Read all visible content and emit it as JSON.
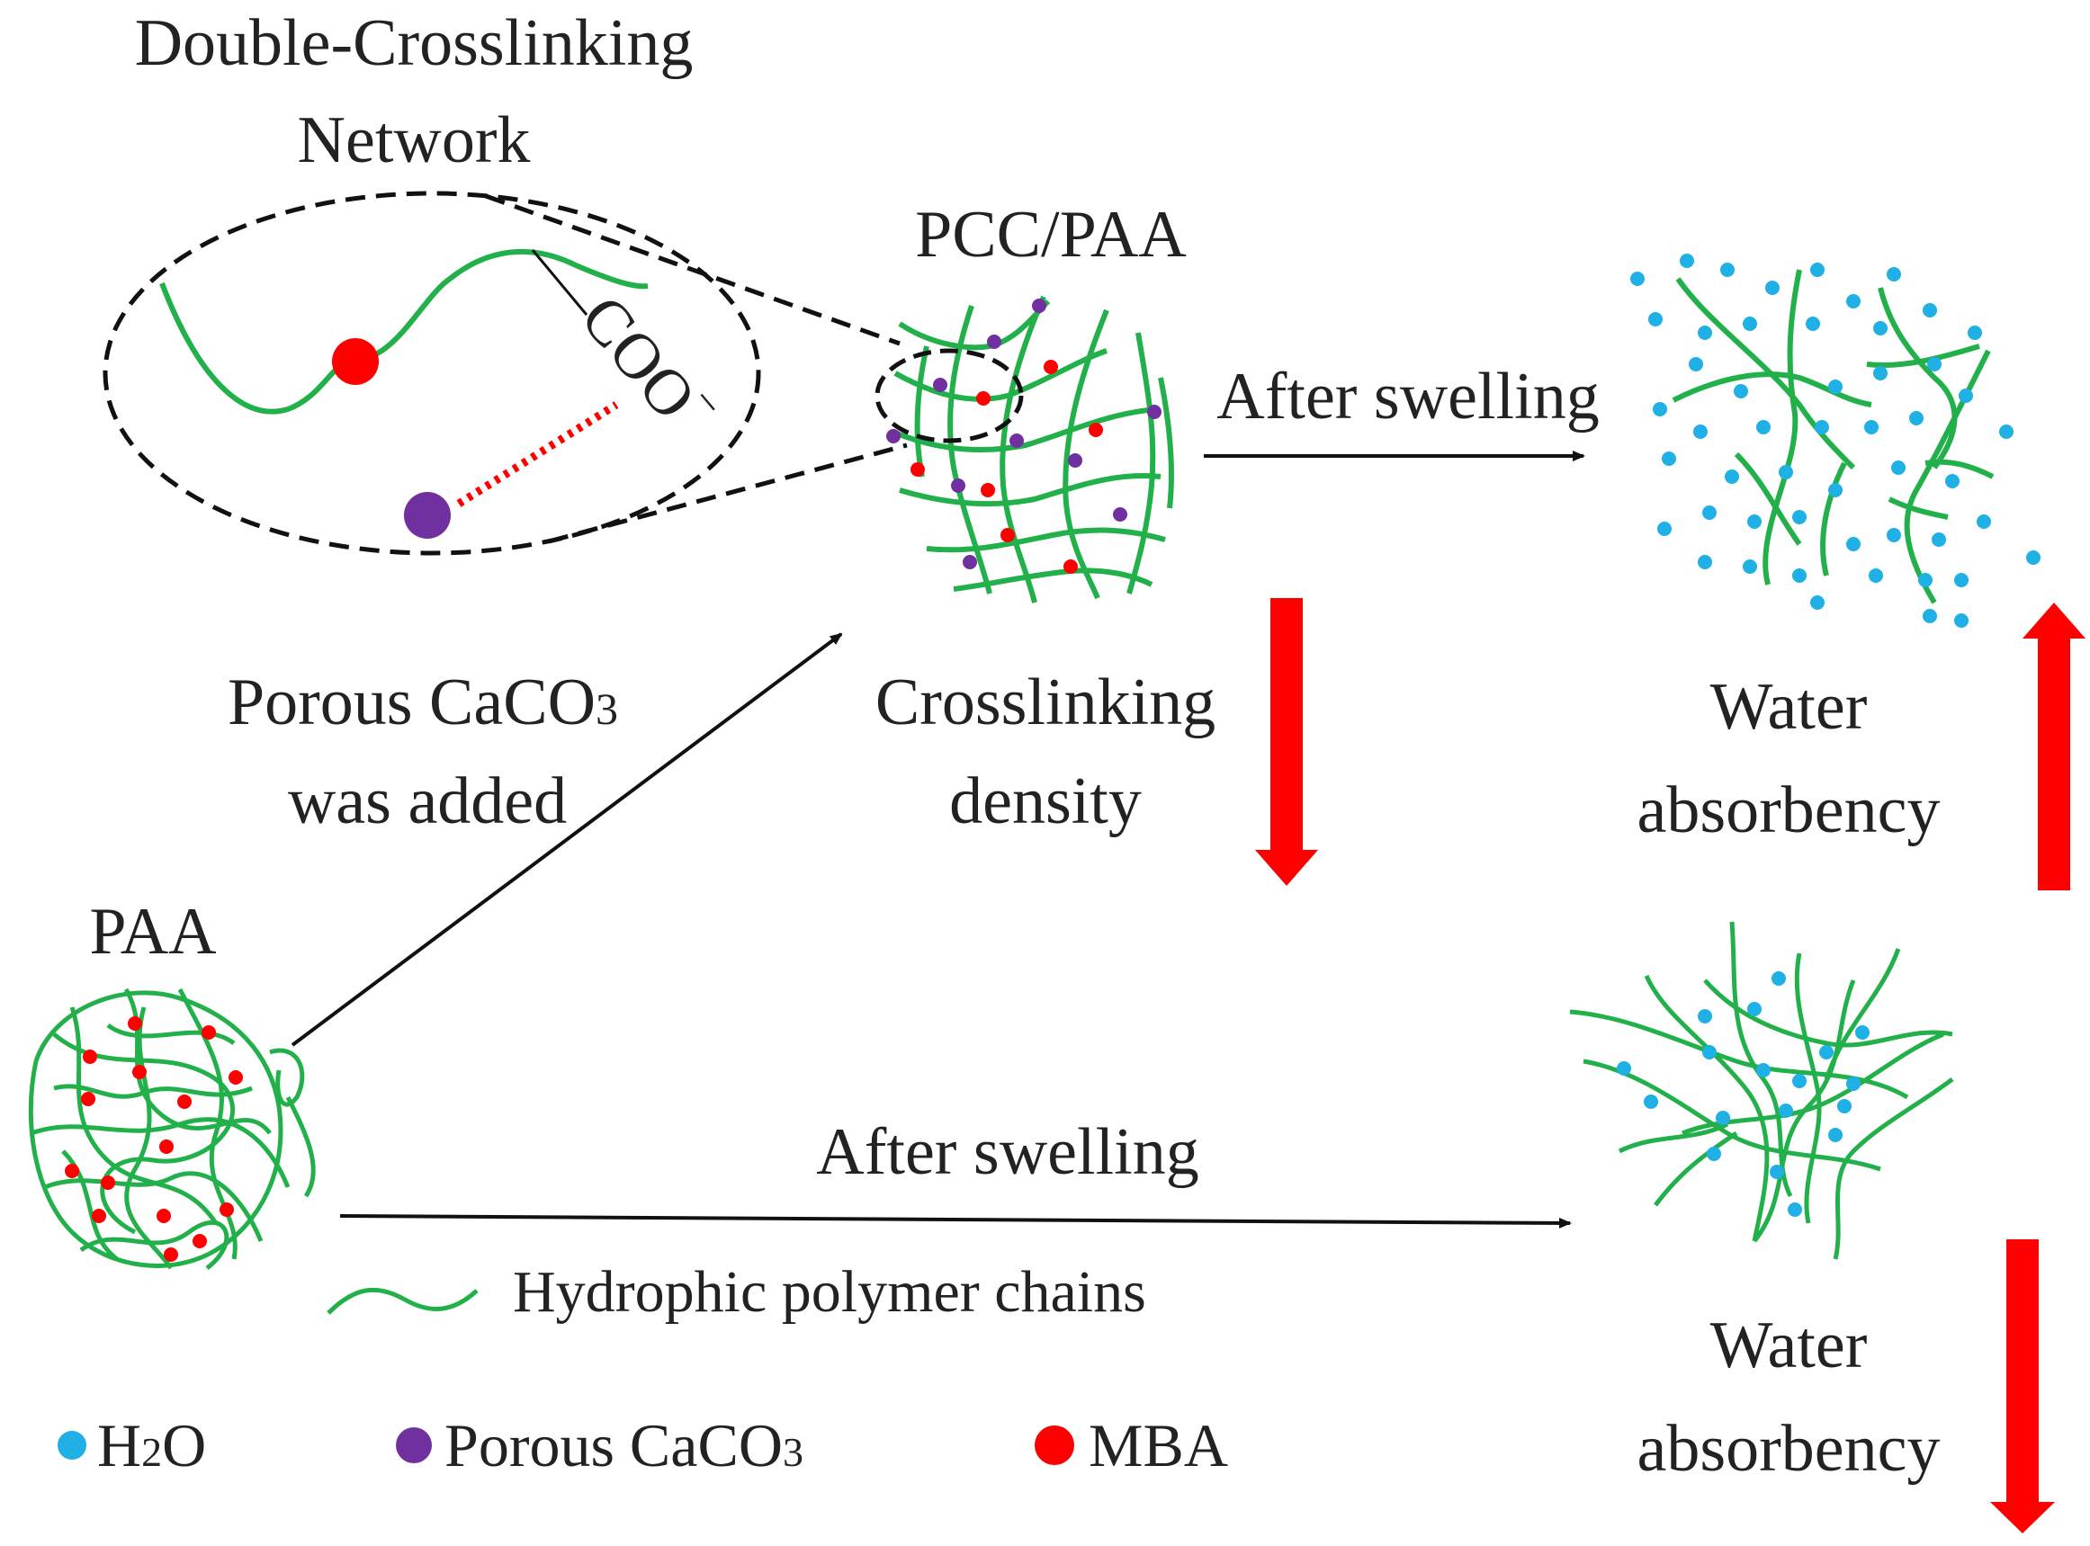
{
  "colors": {
    "chain": "#22b04a",
    "water": "#1fb0e6",
    "porous": "#7030a0",
    "mba": "#ff0000",
    "arrow_red": "#ff0000",
    "text": "#222222"
  },
  "labels": {
    "network_title_line1": "Double-Crosslinking",
    "network_title_line2": "Network",
    "coo_label": "COO",
    "coo_charge": "−",
    "pcc_paa": "PCC/PAA",
    "after_swelling_top": "After swelling",
    "porous_added_line1": "Porous CaCO",
    "porous_added_sub": "3",
    "porous_added_line2": "was added",
    "crosslinking_line1": "Crosslinking",
    "crosslinking_line2": "density",
    "water_abs_top_line1": "Water",
    "water_abs_top_line2": "absorbency",
    "paa": "PAA",
    "after_swelling_bottom": "After swelling",
    "water_abs_bottom_line1": "Water",
    "water_abs_bottom_line2": "absorbency"
  },
  "legend": {
    "chain_label": "Hydrophic polymer chains",
    "h2o_main": "H",
    "h2o_sub": "2",
    "h2o_end": "O",
    "porous_main": "Porous CaCO",
    "porous_sub": "3",
    "mba": "MBA"
  },
  "indicators": {
    "crosslinking_density": "down",
    "water_absorbency_pcc": "up",
    "water_absorbency_paa": "down"
  }
}
